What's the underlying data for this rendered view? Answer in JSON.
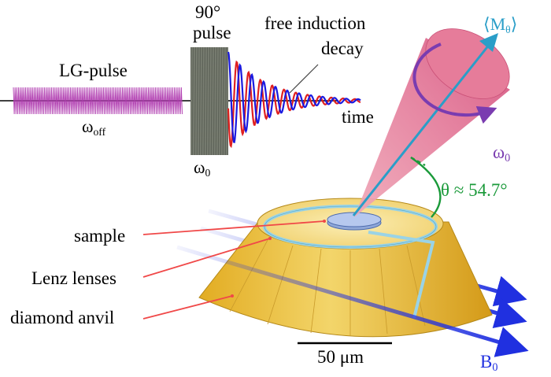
{
  "pulse_sequence": {
    "lg_pulse_label": "LG-pulse",
    "off_freq": {
      "symbol": "ω",
      "subscript": "off"
    },
    "ninety_pulse_top": "90°",
    "ninety_pulse_bottom": "pulse",
    "center_freq": {
      "symbol": "ω",
      "subscript": "0"
    },
    "fid_line1": "free induction",
    "fid_line2": "decay",
    "time_label": "time"
  },
  "cone": {
    "magnetization": {
      "open": "⟨M",
      "subscript": "θ",
      "close": "⟩"
    },
    "rotation_freq": {
      "symbol": "ω",
      "subscript": "0"
    },
    "magic_angle": "θ ≈ 54.7°"
  },
  "callouts": {
    "sample": "sample",
    "lenz_lenses": "Lenz lenses",
    "diamond_anvil": "diamond anvil"
  },
  "scale_bar": {
    "label": "50 μm"
  },
  "field": {
    "symbol": "B",
    "subscript": "0"
  },
  "colors": {
    "lg_pulse": "#b03cb0",
    "ninety_pulse": "#555a50",
    "fid_red": "#e02020",
    "fid_blue": "#1a1ae0",
    "cone": "#e56a8e",
    "magnetization": "#2a9ec8",
    "rotation": "#7a3cb0",
    "angle": "#1a9a3a",
    "anvil": "#e9b935",
    "lenz": "#9ad3e6",
    "sample": "#a6bde8",
    "callout_line": "#f04848",
    "field_arrow": "#2030e0"
  }
}
